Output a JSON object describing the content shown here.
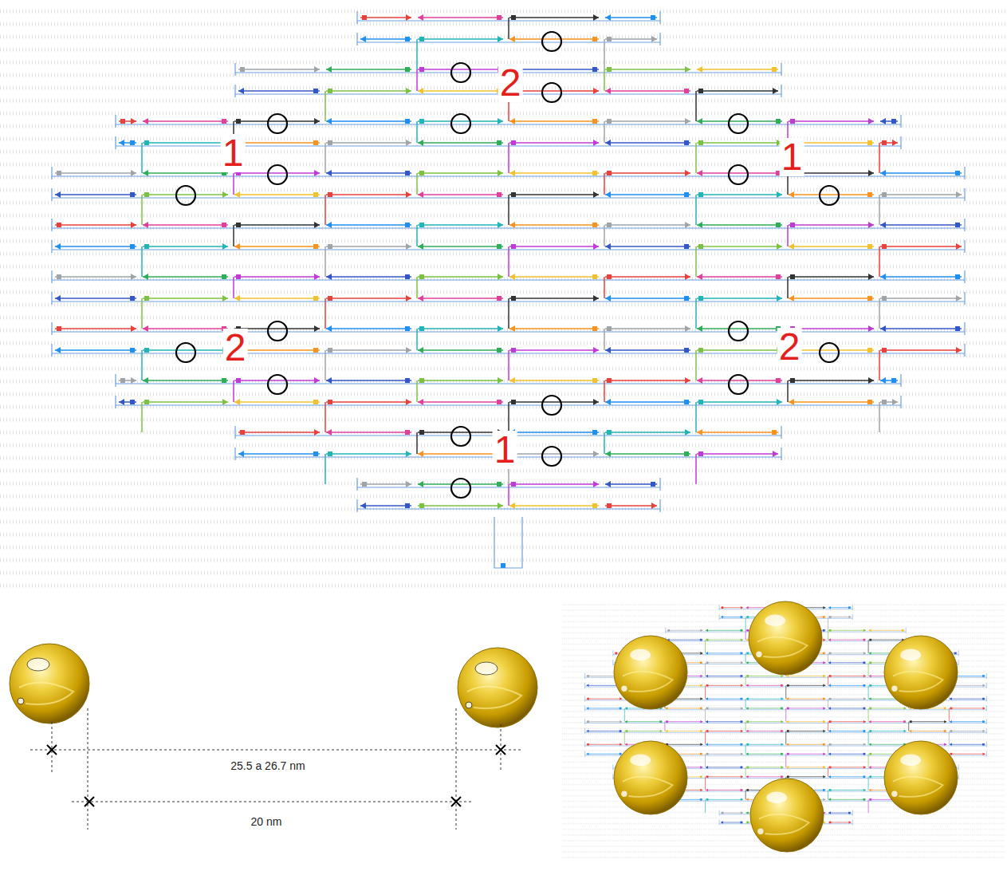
{
  "diagram": {
    "labels": [
      "2",
      "1",
      "1",
      "2",
      "2",
      "1",
      "25.5 a 26.7 nm",
      "20 nm"
    ]
  }
}
